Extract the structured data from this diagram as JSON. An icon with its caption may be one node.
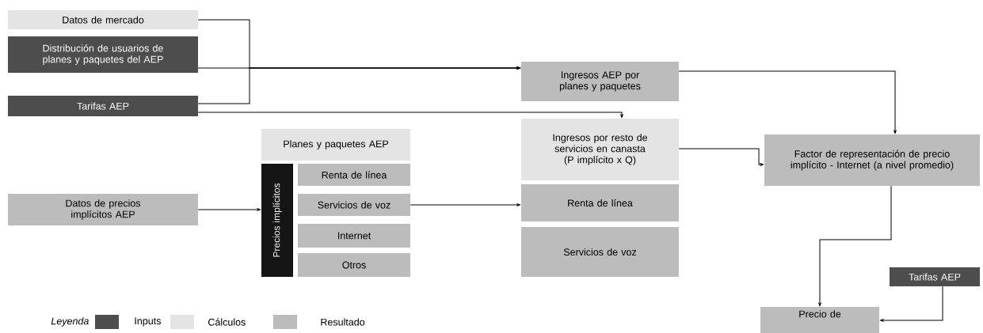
{
  "diagram": {
    "nodes": [
      {
        "text": [
          "Datos de mercado"
        ]
      },
      {
        "text": [
          "Distribución de usuarios de planes y paquetes del AEP"
        ]
      },
      {
        "text": [
          "Tarifas AEP"
        ]
      },
      {
        "text": [
          "Ingresos AEP por planes y paquetes"
        ]
      },
      {
        "text": [
          "Planes y paquetes AEP"
        ]
      },
      {
        "text": [
          "Precios implícitos"
        ]
      },
      {
        "text": [
          "Renta de línea"
        ]
      },
      {
        "text": [
          "Servicios de voz"
        ]
      },
      {
        "text": [
          "Internet"
        ]
      },
      {
        "text": [
          "Otros"
        ]
      },
      {
        "text": [
          "Ingresos por resto de servicios en canasta (P implícito x Q)"
        ]
      },
      {
        "text": [
          "Renta de línea"
        ]
      },
      {
        "text": [
          "Servicios de voz"
        ]
      },
      {
        "text": [
          "Factor de representación de precio implícito - Internet (a nivel promedio)"
        ]
      },
      {
        "text": [
          "Datos de precios implícitos AEP"
        ]
      },
      {
        "text": [
          "Tarifas AEP"
        ]
      },
      {
        "text": [
          "Precio de"
        ]
      }
    ],
    "edges": [
      {
        "from": 0,
        "to": 3,
        "arrow": "to"
      },
      {
        "from": 1,
        "to": 3,
        "arrow": "to"
      },
      {
        "from": 2,
        "to": 3,
        "arrow": "to"
      },
      {
        "from": 2,
        "to": 10,
        "arrow": "to"
      },
      {
        "from": 14,
        "to": 5,
        "arrow": "to"
      },
      {
        "from": 7,
        "to": 11,
        "arrow": "to"
      },
      {
        "from": 10,
        "to": 13,
        "arrow": "to"
      },
      {
        "from": 3,
        "to": 13,
        "arrow": "to"
      },
      {
        "from": 13,
        "to": 16,
        "arrow": "to"
      },
      {
        "from": 15,
        "to": 16,
        "arrow": "to"
      }
    ],
    "labels": [
      "Leyenda"
    ],
    "legend": [
      {
        "text": "Inputs",
        "color": "#4d4d4d"
      },
      {
        "text": "Cálculos",
        "color": "#e4e4e4"
      },
      {
        "text": "Resultado",
        "color": "#bcbcbc"
      }
    ]
  }
}
